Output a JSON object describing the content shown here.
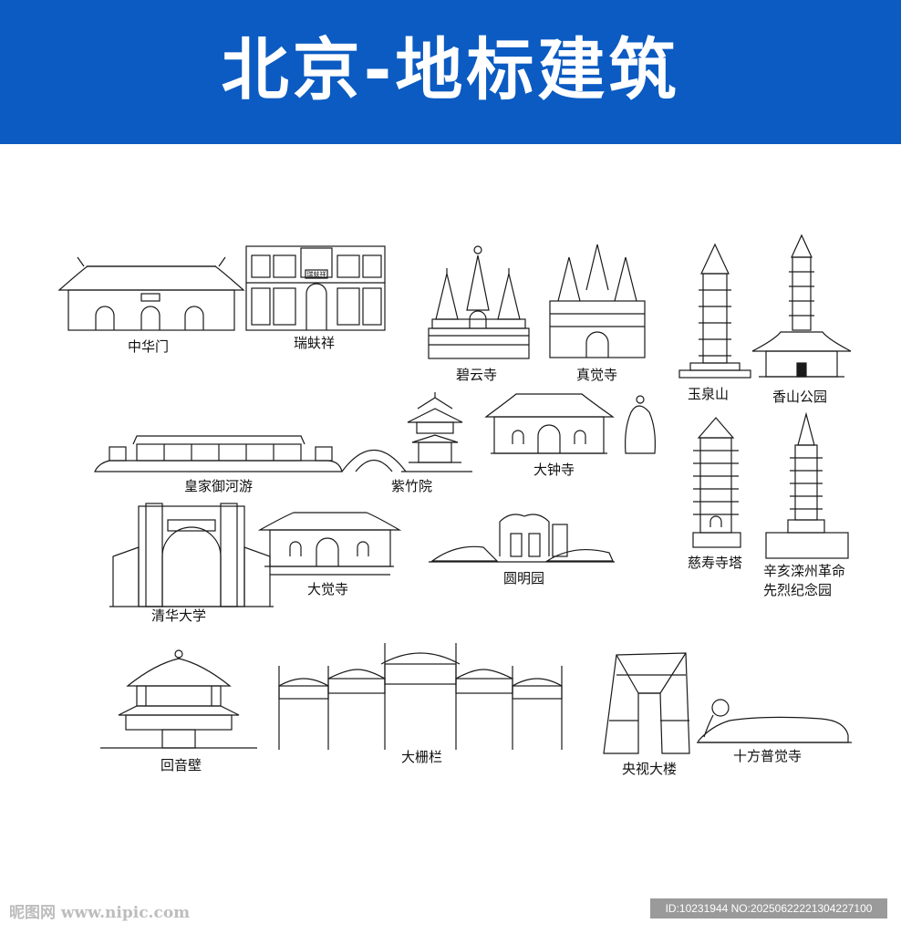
{
  "header": {
    "title": "北京-地标建筑",
    "bg_color": "#0b5bc2",
    "text_color": "#ffffff"
  },
  "landmarks": {
    "zhonghuamen": "中华门",
    "ruifuxiang": "瑞蚨祥",
    "ruifuxiang_sign": "瑞蚨祥",
    "biyunsi": "碧云寺",
    "zhenjuesi": "真觉寺",
    "yuquanshan": "玉泉山",
    "xiangshan": "香山公园",
    "huangjia": "皇家御河游",
    "zizhuyuan": "紫竹院",
    "dazhongsi": "大钟寺",
    "qinghua": "清华大学",
    "dajuesi": "大觉寺",
    "yuanmingyuan": "圆明园",
    "cishousi": "慈寿寺塔",
    "xinhai_1": "辛亥滦州革命",
    "xinhai_2": "先烈纪念园",
    "huiyinbi": "回音壁",
    "dashilan": "大栅栏",
    "yangshi": "央视大楼",
    "shifang": "十方普觉寺"
  },
  "watermark": {
    "left": "昵图网 www.nipic.com",
    "right": "ID:10231944 NO:20250622221304227100"
  }
}
